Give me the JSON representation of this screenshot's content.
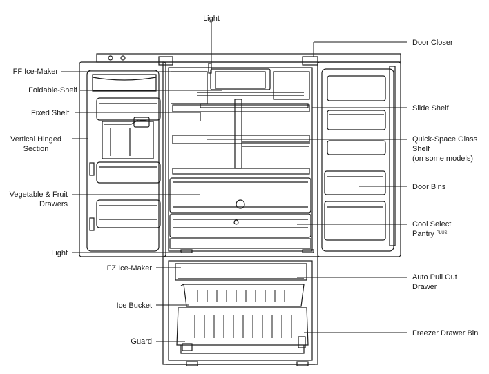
{
  "colors": {
    "line": "#1a1a1a",
    "fill": "#ffffff",
    "shade": "#e6e6e6"
  },
  "labels": {
    "light_top": "Light",
    "door_closer": "Door Closer",
    "ff_ice_maker": "FF Ice-Maker",
    "foldable_shelf": "Foldable-Shelf",
    "fixed_shelf": "Fixed Shelf",
    "slide_shelf": "Slide Shelf",
    "vertical_hinged": [
      "Vertical Hinged",
      "Section"
    ],
    "quick_space": [
      "Quick-Space Glass",
      "Shelf",
      "(on some models)"
    ],
    "door_bins": "Door Bins",
    "veg_fruit": [
      "Vegetable & Fruit",
      "Drawers"
    ],
    "cool_select": [
      "Cool Select",
      "Pantry"
    ],
    "cool_select_sup": "PLUS",
    "light_bottom": "Light",
    "fz_ice_maker": "FZ Ice-Maker",
    "auto_pull": [
      "Auto Pull Out",
      "Drawer"
    ],
    "ice_bucket": "Ice Bucket",
    "guard": "Guard",
    "freezer_bin": "Freezer Drawer Bin"
  }
}
